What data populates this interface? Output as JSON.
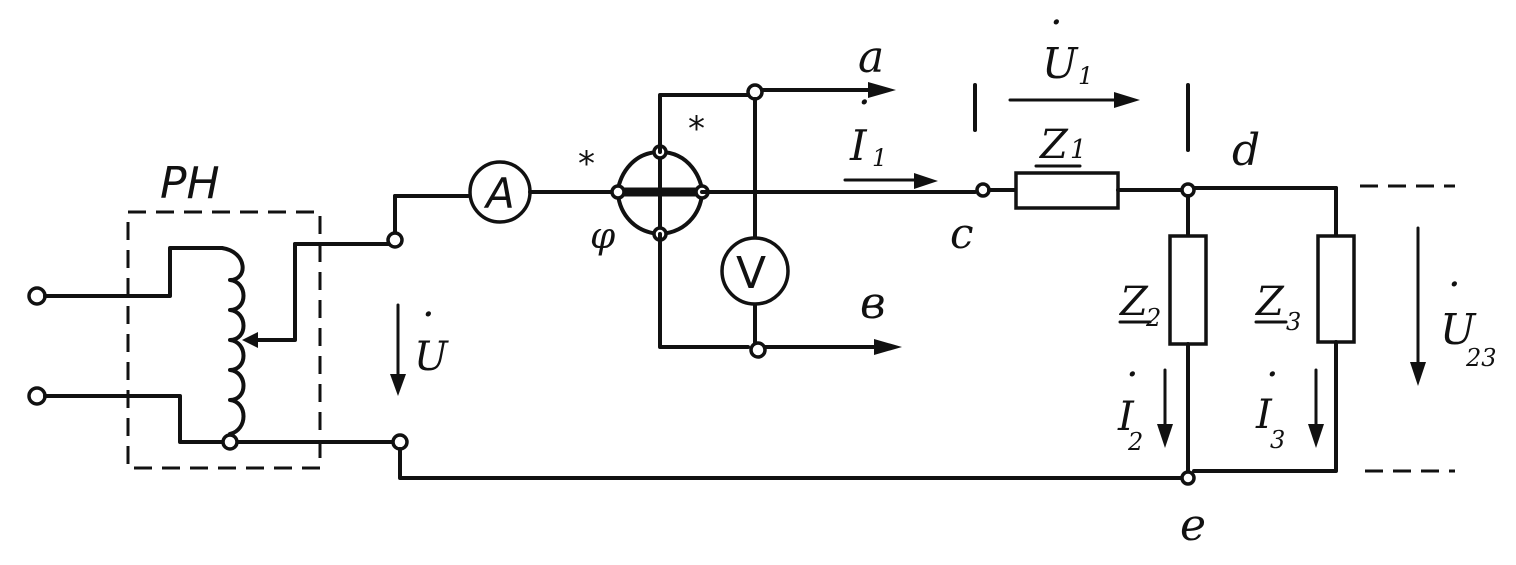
{
  "labels": {
    "regulator": "PH",
    "ammeter": "A",
    "voltmeter": "V",
    "node_a": "a",
    "node_b": "в",
    "node_c": "c",
    "node_d": "d",
    "node_e": "e",
    "phase": "φ",
    "star": "*",
    "voltage_main": "U",
    "voltage_1": "U",
    "voltage_1_sub": "1",
    "voltage_23": "U",
    "voltage_23_sub": "23",
    "current_1": "I",
    "current_1_sub": "1",
    "current_2": "I",
    "current_2_sub": "2",
    "current_3": "I",
    "current_3_sub": "3",
    "z1": "Z",
    "z1_sub": "1",
    "z2": "Z",
    "z2_sub": "2",
    "z3": "Z",
    "z3_sub": "3",
    "dot": "·"
  }
}
